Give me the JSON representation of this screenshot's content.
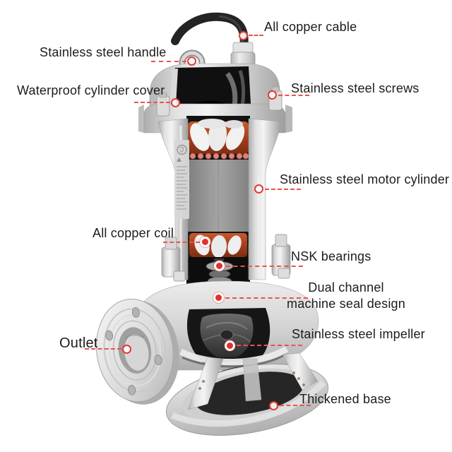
{
  "figure": {
    "accent_color": "#e23b35",
    "label_color": "#1c1c1c"
  },
  "parts": {
    "cable": "All copper cable",
    "handle": "Stainless steel handle",
    "cover": "Waterproof cylinder cover",
    "screws": "Stainless steel screws",
    "motor_cylinder": "Stainless steel motor cylinder",
    "coil": "All copper coil",
    "bearings": "NSK bearings",
    "seal": "Dual channel machine seal design",
    "outlet": "Outlet",
    "impeller": "Stainless steel impeller",
    "base": "Thickened base"
  }
}
